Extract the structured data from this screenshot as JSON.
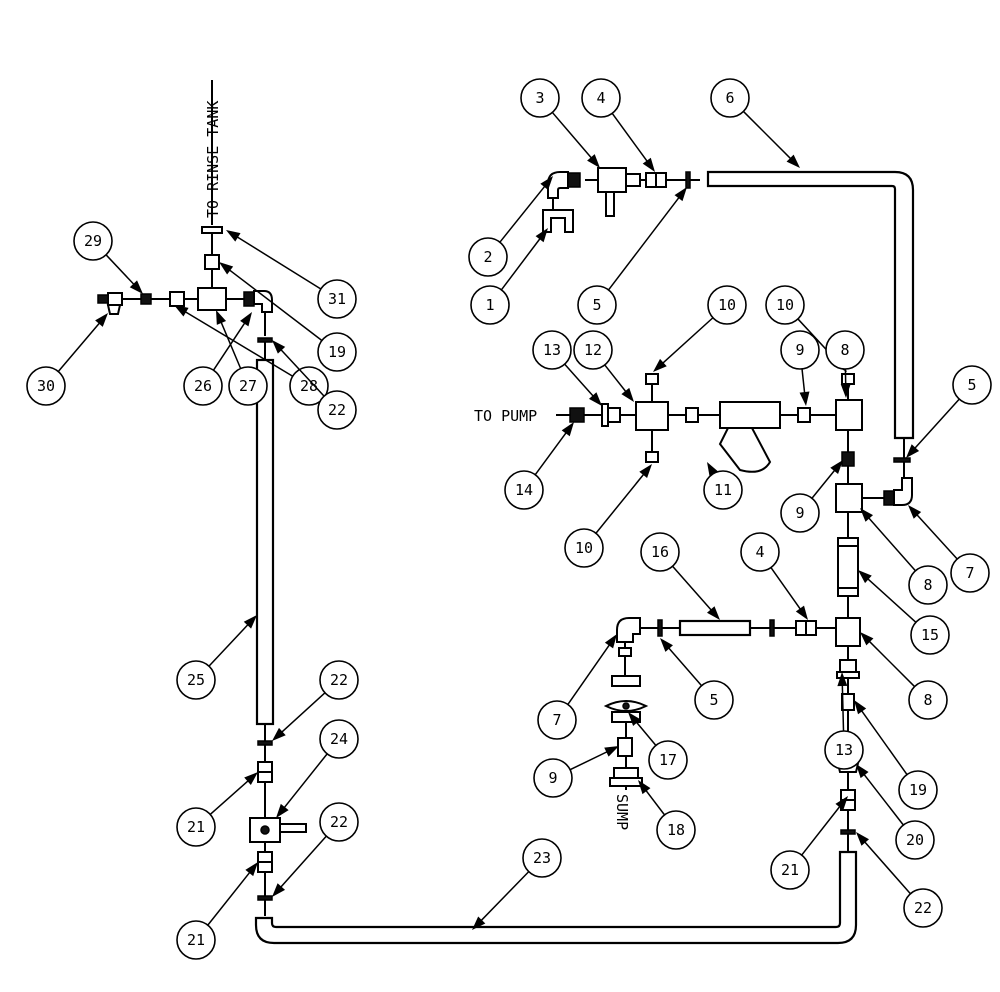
{
  "labels": {
    "rinse_tank": "TO RINSE TANK",
    "pump": "TO PUMP",
    "sump": "SUMP"
  },
  "callouts": [
    "1",
    "2",
    "3",
    "4",
    "5",
    "6",
    "7",
    "8",
    "9",
    "10",
    "11",
    "12",
    "13",
    "14",
    "15",
    "16",
    "17",
    "18",
    "19",
    "20",
    "21",
    "22",
    "23",
    "24",
    "25",
    "26",
    "27",
    "28",
    "29",
    "30",
    "31"
  ]
}
